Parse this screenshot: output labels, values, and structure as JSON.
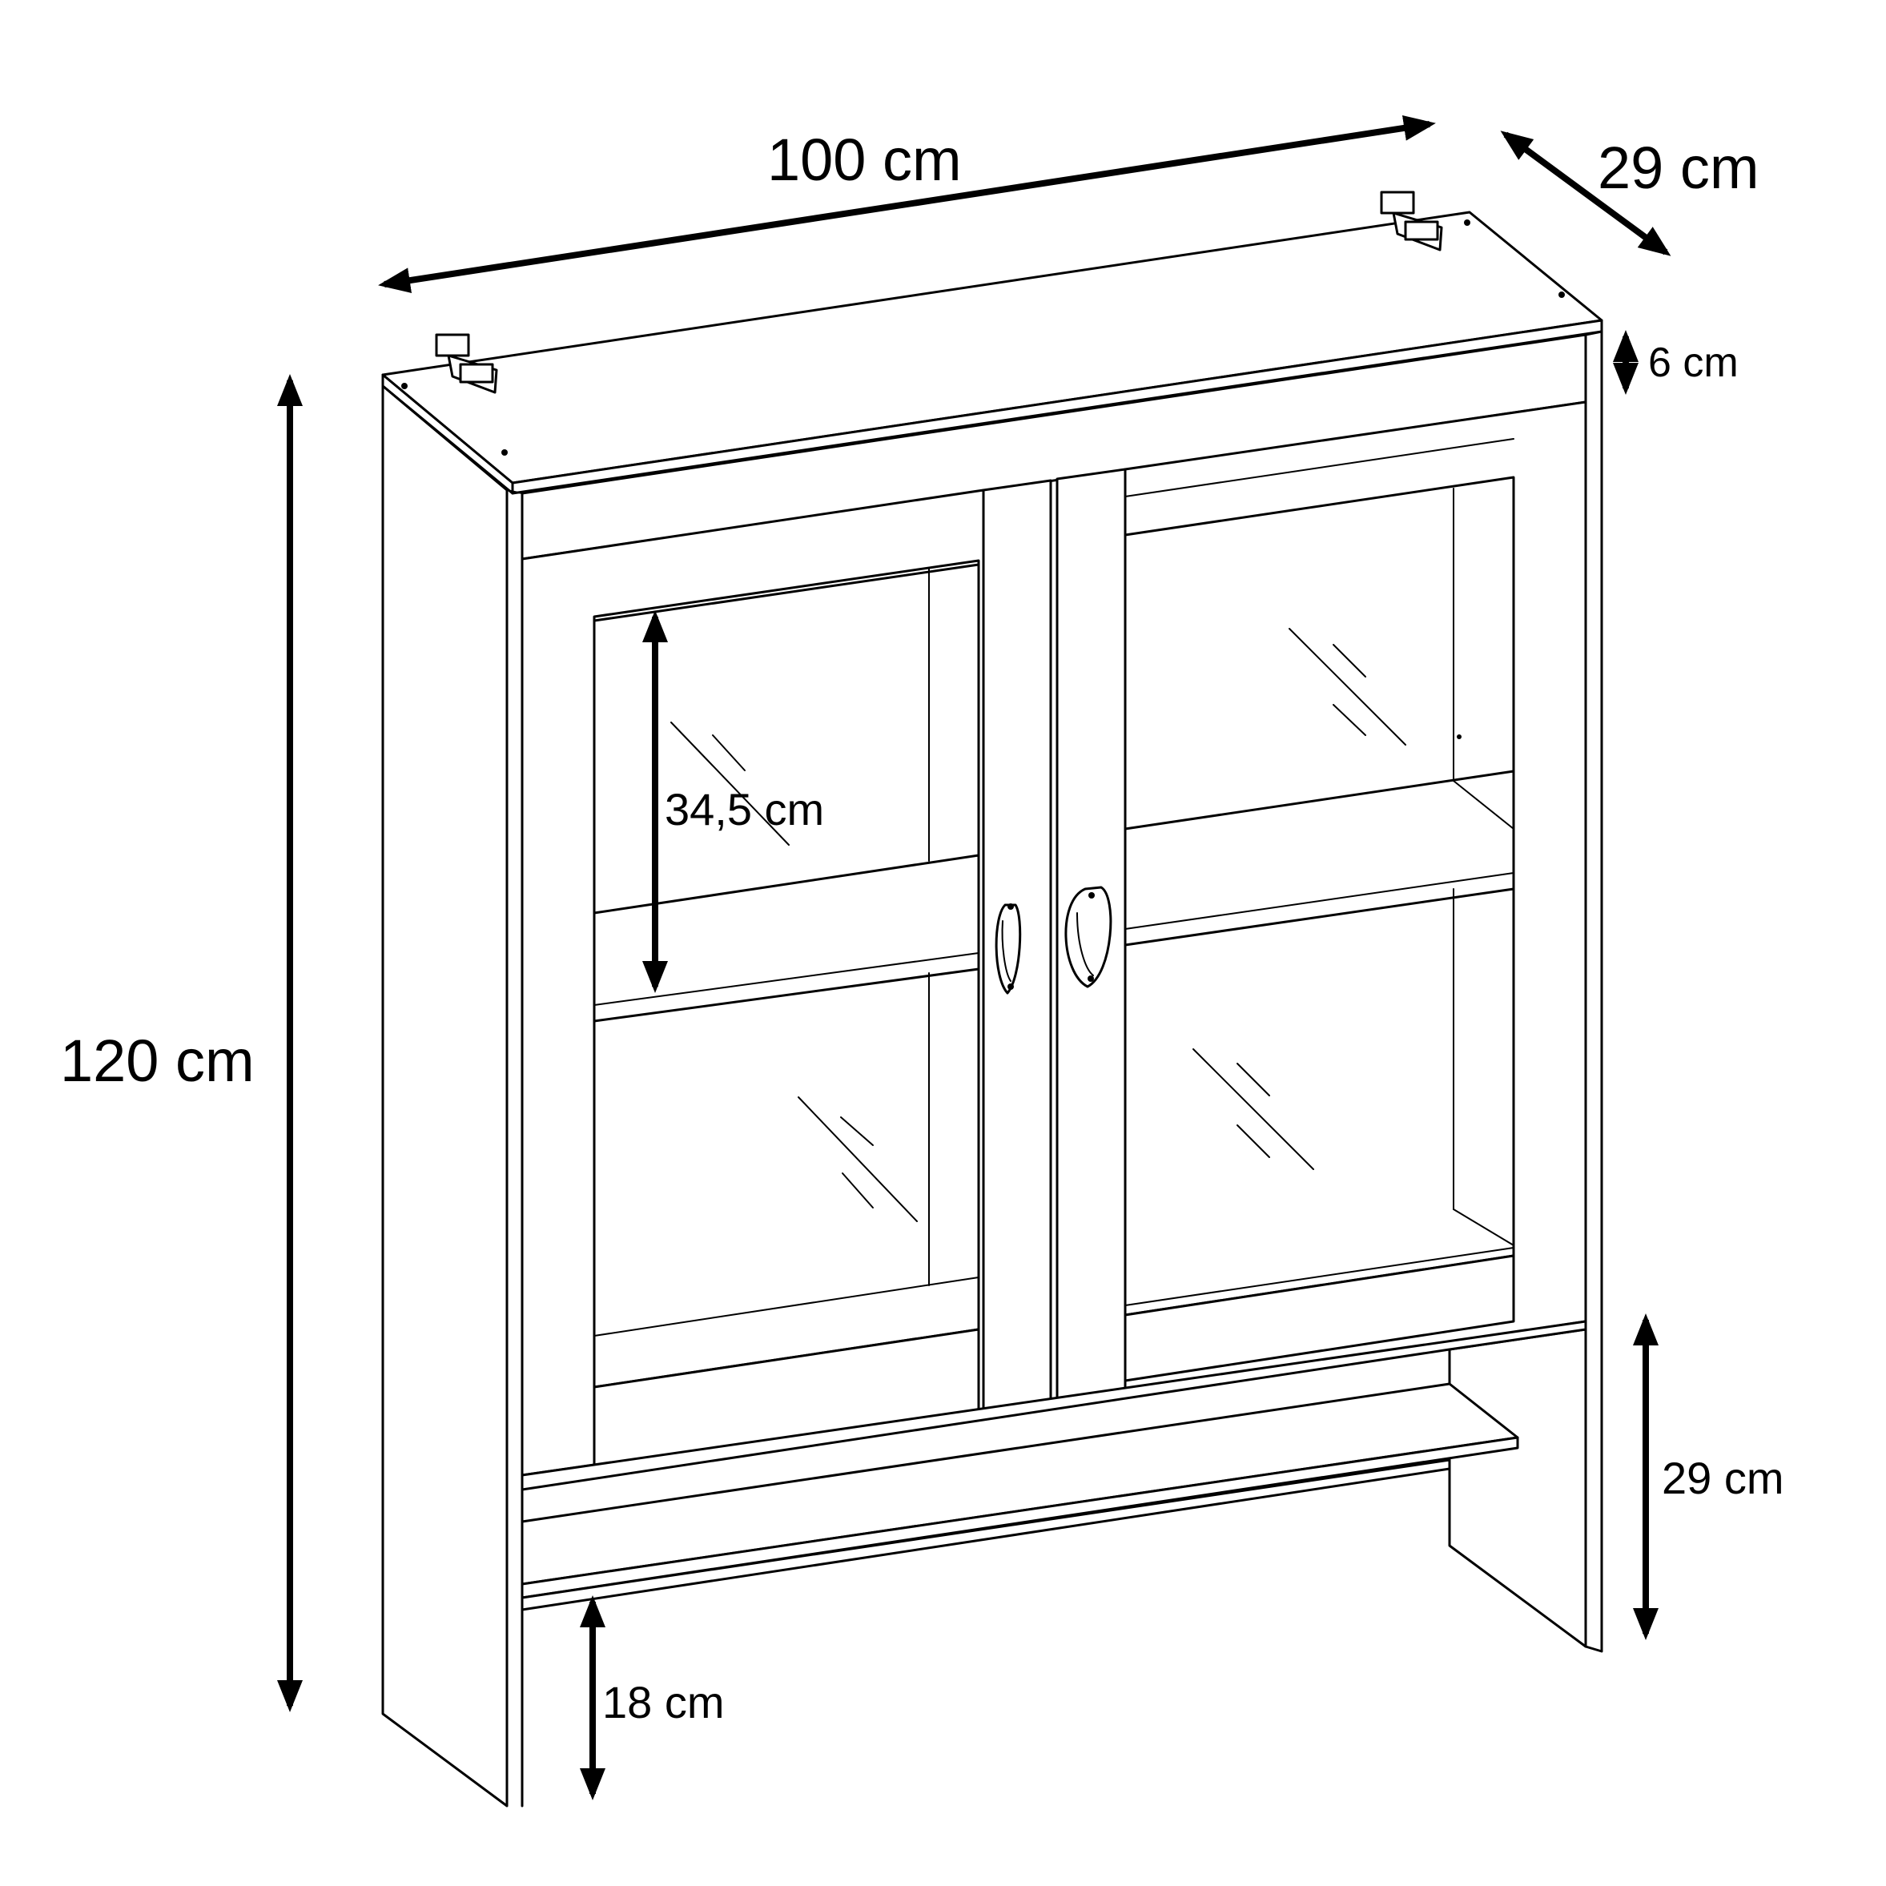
{
  "dimensions": {
    "width": "100 cm",
    "depth": "29 cm",
    "height": "120 cm",
    "top_panel": "6 cm",
    "glass_section": "34,5 cm",
    "lower_open_section": "29 cm",
    "bottom_clearance": "18 cm"
  }
}
